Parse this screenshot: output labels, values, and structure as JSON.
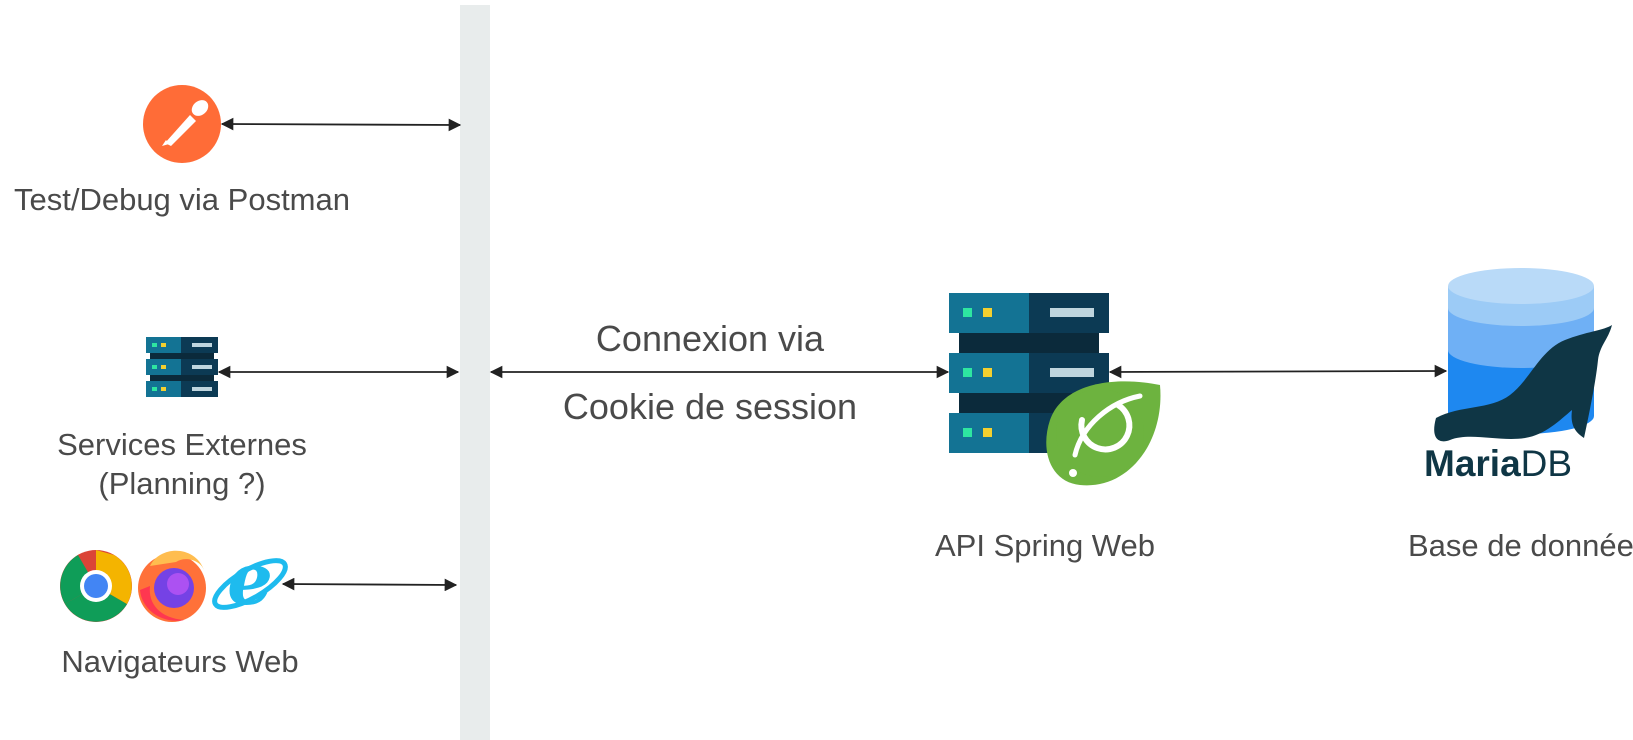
{
  "nodes": {
    "postman": {
      "label": "Test/Debug via Postman",
      "icon": "postman-logo-icon",
      "color": "#FF6C37"
    },
    "external_services": {
      "line1": "Services Externes",
      "line2": "(Planning ?)",
      "icon": "server-rack-icon"
    },
    "browsers": {
      "label": "Navigateurs Web",
      "icons": [
        "chrome-icon",
        "firefox-icon",
        "internet-explorer-icon"
      ]
    },
    "api": {
      "label": "API Spring Web",
      "icons": [
        "server-rack-icon",
        "spring-leaf-icon"
      ],
      "spring_color": "#6DB33F"
    },
    "database": {
      "label": "Base de donnée",
      "logo_text_bold": "Maria",
      "logo_text_light": "DB",
      "icons": [
        "database-cylinder-icon",
        "mariadb-seal-icon"
      ]
    }
  },
  "connection": {
    "line1": "Connexion via",
    "line2": "Cookie de session"
  },
  "colors": {
    "gateway_bar": "#E8ECEC",
    "server_dark": "#0C3A54",
    "server_mid": "#137394",
    "db_light": "#9CCBF6",
    "db_dark": "#1E88F0",
    "mariadb_navy": "#0F3645"
  }
}
